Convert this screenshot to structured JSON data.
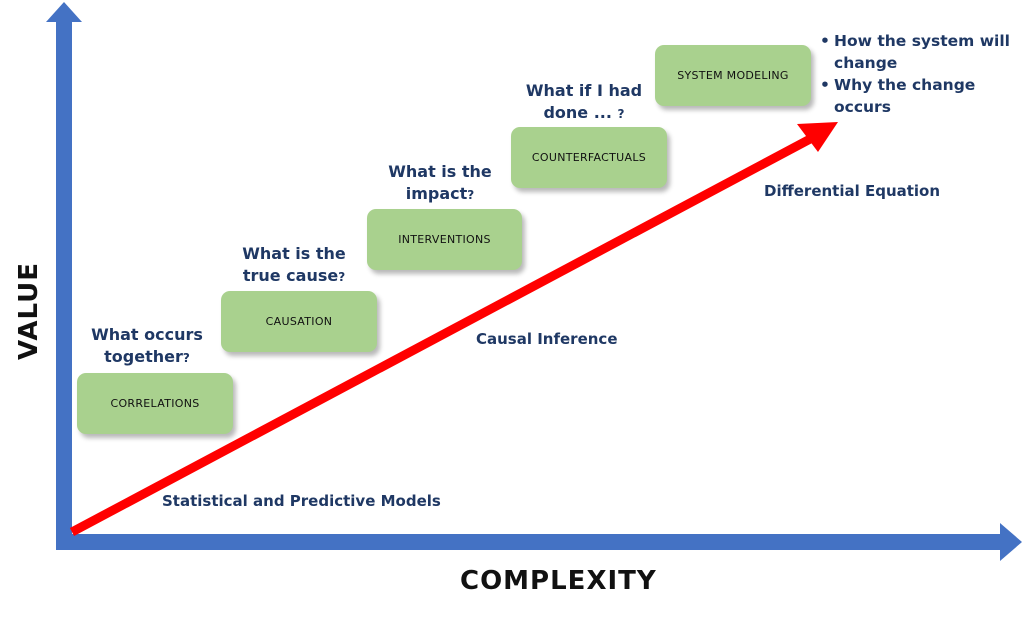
{
  "axes": {
    "y_label": "VALUE",
    "x_label": "COMPLEXITY"
  },
  "colors": {
    "axis": "#4472c4",
    "arrow": "#ff0000",
    "box": "#a9d18e",
    "text": "#1f3864"
  },
  "stages": [
    {
      "label": "CORRELATIONS",
      "question": "What occurs",
      "question_2": "together",
      "question_mark": "?"
    },
    {
      "label": "CAUSATION",
      "question": "What is the",
      "question_2": "true cause",
      "question_mark": "?"
    },
    {
      "label": "INTERVENTIONS",
      "question": "What is the",
      "question_2": "impact",
      "question_mark": "?"
    },
    {
      "label": "COUNTERFACTUALS",
      "question": "What if I had",
      "question_2": "done ...",
      "question_mark": "?"
    },
    {
      "label": "SYSTEM MODELING"
    }
  ],
  "system_modeling_bullets": [
    "How the system will change",
    "Why the change occurs"
  ],
  "tiers": {
    "statistical": "Statistical and Predictive Models",
    "causal": "Causal Inference",
    "differential": "Differential Equation"
  }
}
